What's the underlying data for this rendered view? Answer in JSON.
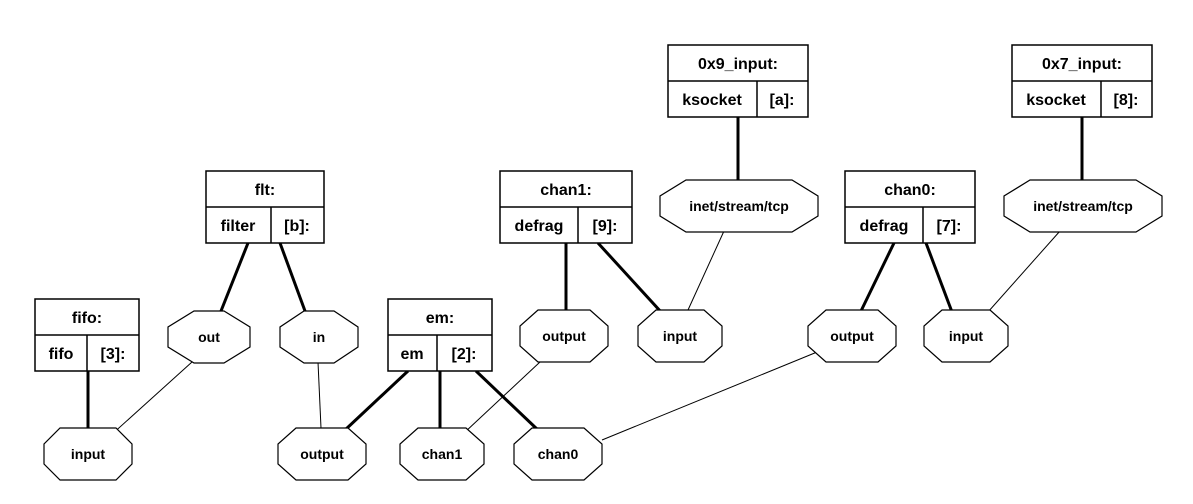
{
  "nodes": {
    "fifo": {
      "title": "fifo:",
      "type": "fifo",
      "id": "[3]:"
    },
    "flt": {
      "title": "flt:",
      "type": "filter",
      "id": "[b]:"
    },
    "em": {
      "title": "em:",
      "type": "em",
      "id": "[2]:"
    },
    "chan1": {
      "title": "chan1:",
      "type": "defrag",
      "id": "[9]:"
    },
    "in9": {
      "title": "0x9_input:",
      "type": "ksocket",
      "id": "[a]:"
    },
    "chan0": {
      "title": "chan0:",
      "type": "defrag",
      "id": "[7]:"
    },
    "in7": {
      "title": "0x7_input:",
      "type": "ksocket",
      "id": "[8]:"
    }
  },
  "hooks": {
    "fifo_input": "input",
    "flt_out": "out",
    "flt_in": "in",
    "em_output": "output",
    "em_chan1": "chan1",
    "em_chan0": "chan0",
    "chan1_output": "output",
    "chan1_input": "input",
    "in9_tcp": "inet/stream/tcp",
    "chan0_output": "output",
    "chan0_input": "input",
    "in7_tcp": "inet/stream/tcp"
  }
}
